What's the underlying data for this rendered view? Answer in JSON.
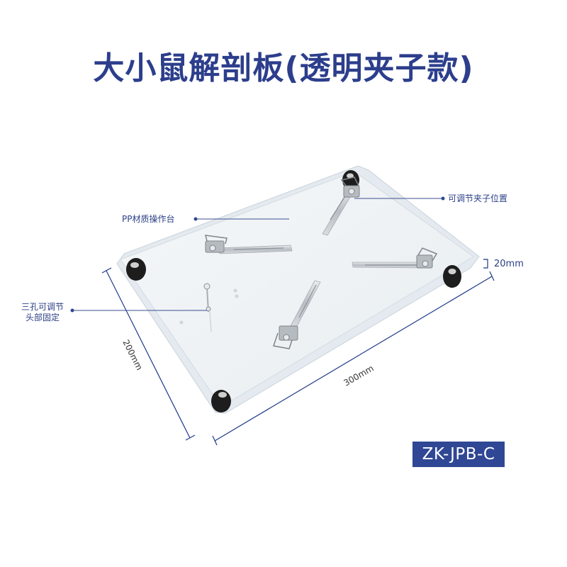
{
  "title": "大小鼠解剖板(透明夹子款)",
  "labels": {
    "work_surface": "PP材质操作台",
    "adjustable_clip": "可调节夹子位置",
    "height": "20mm",
    "holes_line1": "三孔可调节",
    "holes_line2": "头部固定",
    "width_dim": "200mm",
    "length_dim": "300mm"
  },
  "model": "ZK-JPB-C",
  "colors": {
    "title": "#2c3e8c",
    "accent": "#2f4794",
    "dimension_line": "#1f3a8a",
    "callout_text": "#2b3f85",
    "badge_bg": "#2f4794",
    "board_edge": "#c9d3dc"
  }
}
